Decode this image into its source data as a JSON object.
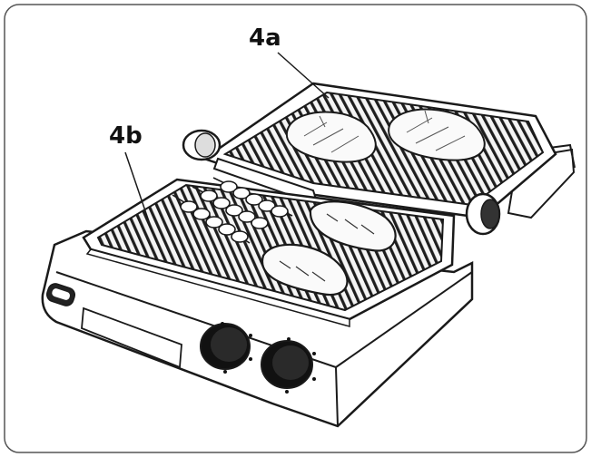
{
  "callouts": {
    "upper_plate": "4a",
    "lower_plate": "4b"
  },
  "colors": {
    "frame": "#555555",
    "line": "#1a1a1a",
    "plate": "#f2f2f2",
    "knob": "#222222"
  },
  "icons": [
    "contact-grill",
    "upper-grill-plate",
    "lower-grill-plate",
    "temperature-knob",
    "timer-knob",
    "power-button",
    "kebab-skewers",
    "steak",
    "bread-loaf"
  ]
}
